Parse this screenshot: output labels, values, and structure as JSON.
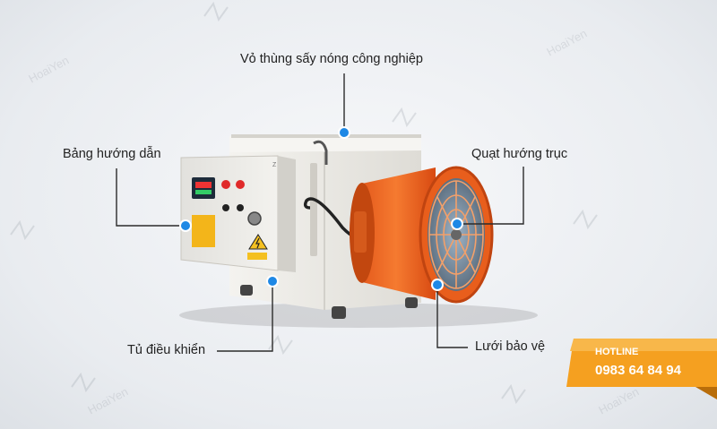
{
  "labels": {
    "casing": "Vỏ thùng sấy nóng công nghiệp",
    "guide_panel": "Bảng hướng dẫn",
    "axial_fan": "Quạt hướng trục",
    "control_cabinet": "Tủ điều khiển",
    "guard_grille": "Lưới bảo vệ"
  },
  "hotline": {
    "label": "HOTLINE",
    "number": "0983 64 84 94"
  },
  "watermark": "HoaiYen",
  "colors": {
    "callout_dot": "#1e88e5",
    "fan_orange": "#f26a21",
    "hotline_bg": "#f5a020",
    "casing": "#ecebe7"
  }
}
